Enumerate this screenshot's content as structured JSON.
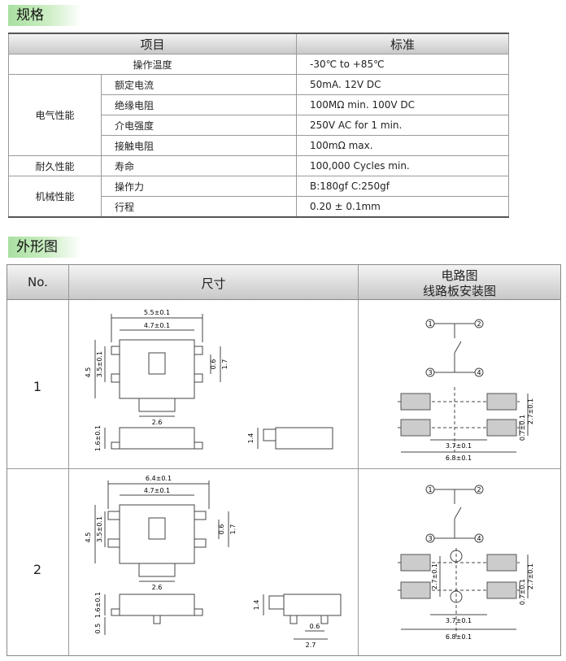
{
  "sections": {
    "spec_title": "规格",
    "outline_title": "外形图"
  },
  "spec": {
    "header": {
      "item": "项目",
      "standard": "标准"
    },
    "rows": [
      {
        "category": "操作温度",
        "item": "",
        "standard": "-30℃ to +85℃"
      },
      {
        "category": "电气性能",
        "item": "额定电流",
        "standard": "50mA. 12V DC"
      },
      {
        "category": "",
        "item": "绝缘电阻",
        "standard": "100MΩ min. 100V DC"
      },
      {
        "category": "",
        "item": "介电强度",
        "standard": "250V AC for 1 min."
      },
      {
        "category": "",
        "item": "接触电阻",
        "standard": "100mΩ max."
      },
      {
        "category": "耐久性能",
        "item": "寿命",
        "standard": "100,000 Cycles min."
      },
      {
        "category": "机械性能",
        "item": "操作力",
        "standard": "B:180gf  C:250gf"
      },
      {
        "category": "",
        "item": "行程",
        "standard": "0.20 ± 0.1mm"
      }
    ]
  },
  "outline": {
    "header": {
      "no": "No.",
      "size": "尺寸",
      "circuit": "电路图",
      "pcb": "线路板安装图"
    },
    "rows": [
      {
        "no": "1",
        "dims": {
          "w_outer": "5.5±0.1",
          "w_inner": "4.7±0.1",
          "h_total": "4.5",
          "h_inner": "3.5±0.1",
          "pin_w": "0.6",
          "pin_p": "1.7",
          "stem": "2.6",
          "side_h": "1.6±0.1",
          "side_t": "1.4"
        },
        "pcb": {
          "pitch_y": "2.7±0.1",
          "pad": "0.7±0.1",
          "inner_w": "3.7±0.1",
          "outer_w": "6.8±0.1"
        }
      },
      {
        "no": "2",
        "dims": {
          "w_outer": "6.4±0.1",
          "w_inner": "4.7±0.1",
          "h_total": "4.5",
          "h_inner": "3.5±0.1",
          "pin_w": "0.6",
          "pin_p": "1.7",
          "stem": "2.6",
          "side_h": "1.6±0.1",
          "side_t": "1.4",
          "post": "0.5",
          "lead": "0.6",
          "lead_w": "2.7"
        },
        "pcb": {
          "pitch_y": "2.7±0.1",
          "hole_y": "2.7±0.1",
          "pad": "0.7±0.1",
          "inner_w": "3.7±0.1",
          "outer_w": "6.8±0.1"
        }
      }
    ],
    "pins": [
      "1",
      "2",
      "3",
      "4"
    ]
  }
}
